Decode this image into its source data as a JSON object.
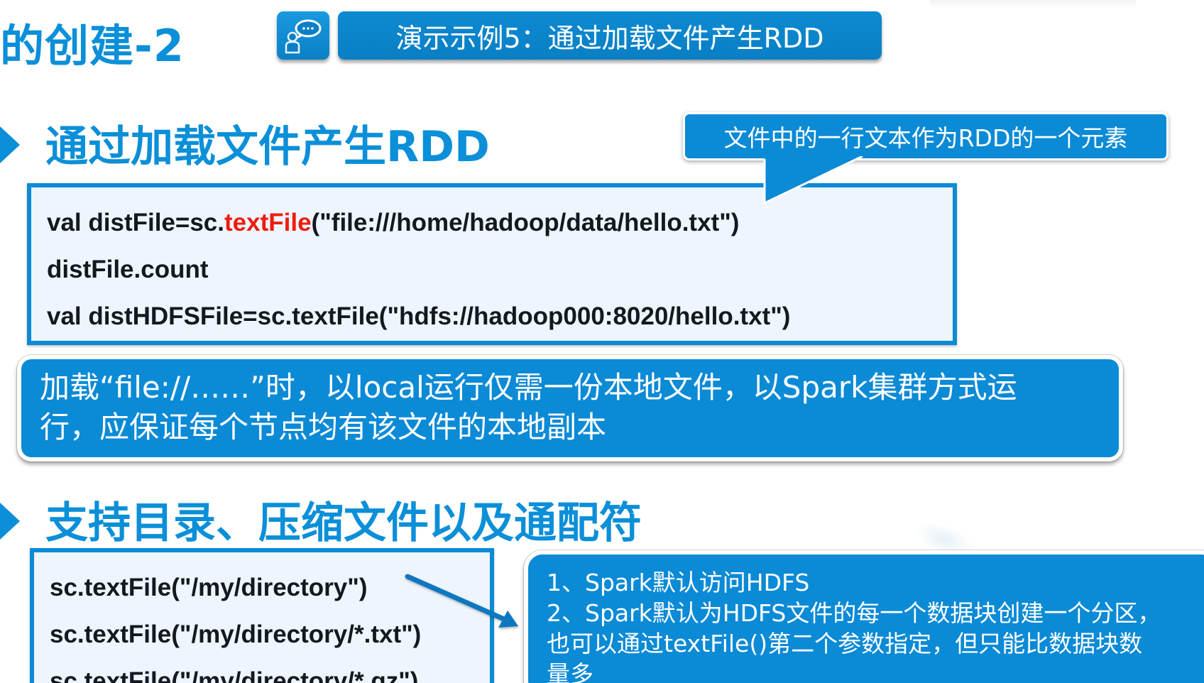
{
  "slide": {
    "title": "的创建-2",
    "demo_banner": {
      "icon": "presenter-speech-bubble-icon",
      "label": "演示示例5：通过加载文件产生RDD"
    },
    "section1": {
      "heading": "通过加载文件产生RDD",
      "bullet_icon": "triangle-right-icon",
      "code_lines": [
        {
          "pre": "val distFile=sc.",
          "highlight": "textFile",
          "post": "(\"file:///home/hadoop/data/hello.txt\")"
        },
        {
          "pre": "distFile.count",
          "highlight": "",
          "post": ""
        },
        {
          "pre": "val distHDFSFile=sc.textFile(\"hdfs://hadoop000:8020/hello.txt\")",
          "highlight": "",
          "post": ""
        }
      ],
      "callout": "文件中的一行文本作为RDD的一个元素",
      "note_lines": [
        "加载“file://……”时，以local运行仅需一份本地文件，以Spark集群方式运",
        "行，应保证每个节点均有该文件的本地副本"
      ]
    },
    "section2": {
      "heading": "支持目录、压缩文件以及通配符",
      "bullet_icon": "triangle-right-icon",
      "code_lines": [
        "sc.textFile(\"/my/directory\")",
        "sc.textFile(\"/my/directory/*.txt\")",
        "sc.textFile(\"/my/directory/*.gz\")"
      ],
      "note_lines": [
        "1、Spark默认访问HDFS",
        "2、Spark默认为HDFS文件的每一个数据块创建一个分区，",
        "也可以通过textFile()第二个参数指定，但只能比数据块数",
        "量多"
      ]
    },
    "colors": {
      "accent_blue": "#0b8fd8",
      "box_blue": "#0b8ad6",
      "code_bg": "#eef5fc",
      "highlight_red": "#ee1c0e",
      "code_text": "#141820"
    }
  }
}
